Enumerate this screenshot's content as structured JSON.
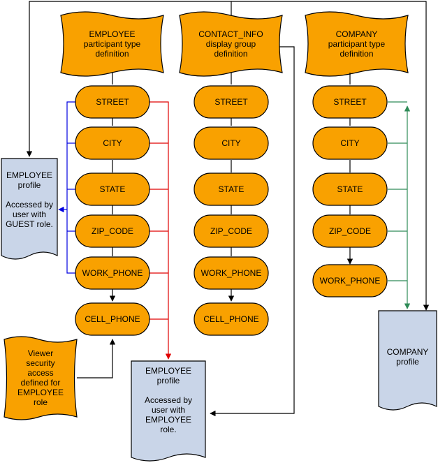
{
  "headers": {
    "employee": "EMPLOYEE\nparticipant type\ndefinition",
    "contact": "CONTACT_INFO\ndisplay group\ndefinition",
    "company": "COMPANY\nparticipant type\ndefinition"
  },
  "employee_fields": [
    "STREET",
    "CITY",
    "STATE",
    "ZIP_CODE",
    "WORK_PHONE",
    "CELL_PHONE"
  ],
  "contact_fields": [
    "STREET",
    "CITY",
    "STATE",
    "ZIP_CODE",
    "WORK_PHONE",
    "CELL_PHONE"
  ],
  "company_fields": [
    "STREET",
    "CITY",
    "STATE",
    "ZIP_CODE",
    "WORK_PHONE"
  ],
  "profiles": {
    "guest": "EMPLOYEE\nprofile\n\nAccessed by\nuser with\nGUEST role.",
    "employee": "EMPLOYEE\nprofile\n\nAccessed by\nuser with\nEMPLOYEE\nrole.",
    "company": "COMPANY\nprofile"
  },
  "viewer": "Viewer\nsecurity\naccess\ndefined for\nEMPLOYEE\nrole",
  "colors": {
    "orange": "#F9A100",
    "profile": "#C9D5E8",
    "blue": "#0000E0",
    "red": "#E00000",
    "green": "#2E8B57",
    "black": "#000000"
  }
}
